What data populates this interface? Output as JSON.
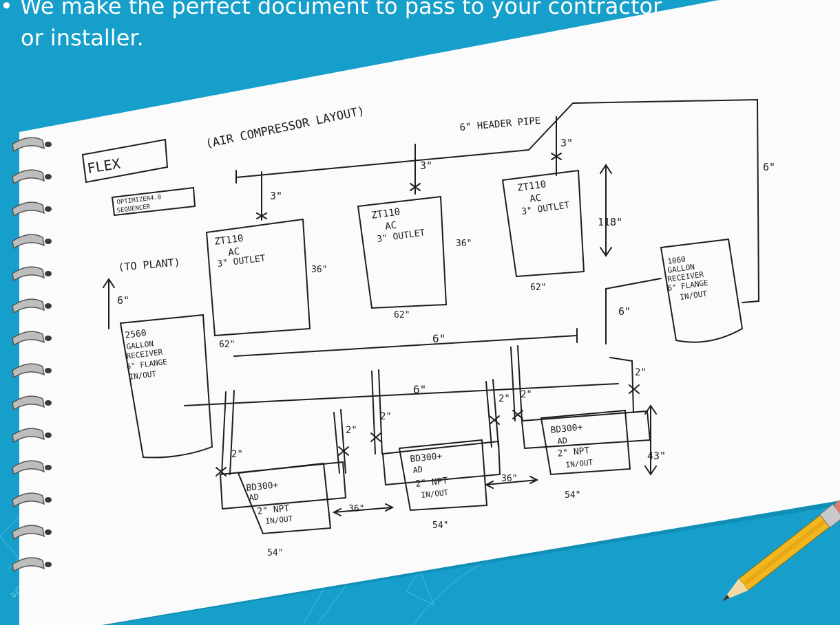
{
  "caption": {
    "line1": "• We make the perfect document to pass to your contractor",
    "line2": "or installer."
  },
  "sketch": {
    "title": "(AIR COMPRESSOR LAYOUT)",
    "flex_label": "FLEX",
    "optimizer_line1": "OPTIMIZER4.0",
    "optimizer_line2": "SEQUENCER",
    "header_pipe_label": "6\" HEADER PIPE",
    "to_plant_label": "(TO PLANT)",
    "compressors": [
      {
        "line1": "ZT110",
        "line2": "AC",
        "line3": "3\" OUTLET",
        "pipe": "3\"",
        "width": "62\""
      },
      {
        "line1": "ZT110",
        "line2": "AC",
        "line3": "3\" OUTLET",
        "pipe": "3\"",
        "width": "62\""
      },
      {
        "line1": "ZT110",
        "line2": "AC",
        "line3": "3\" OUTLET",
        "pipe": "3\"",
        "width": "62\""
      }
    ],
    "compressor_gaps": [
      "36\"",
      "36\""
    ],
    "compressor_height": "118\"",
    "right_receiver": {
      "line1": "1060",
      "line2": "GALLON",
      "line3": "RECEIVER",
      "line4": "6\" FLANGE",
      "line5": "IN/OUT"
    },
    "left_receiver": {
      "line1": "2560",
      "line2": "GALLON",
      "line3": "RECEIVER",
      "line4": "6\" FLANGE",
      "line5": "IN/OUT"
    },
    "pipe_labels": {
      "right_drop": "6\"",
      "right_edge": "6\"",
      "to_plant": "6\"",
      "upper_manifold": "6\"",
      "lower_manifold": "6\""
    },
    "dryers": [
      {
        "line1": "BD300+",
        "line2": "AD",
        "line3": "2\" NPT",
        "line4": "IN/OUT",
        "width": "54\"",
        "in": "2\"",
        "out": "2\""
      },
      {
        "line1": "BD300+",
        "line2": "AD",
        "line3": "2\" NPT",
        "line4": "IN/OUT",
        "width": "54\"",
        "in": "2\"",
        "out": "2\""
      },
      {
        "line1": "BD300+",
        "line2": "AD",
        "line3": "2\" NPT",
        "line4": "IN/OUT",
        "width": "54\"",
        "in": "2\"",
        "out": "2\""
      }
    ],
    "dryer_gaps": [
      "36\"",
      "36\""
    ],
    "dryer_height": "43\"",
    "corner_mark": "022"
  },
  "colors": {
    "background": "#169fca",
    "paper": "#fbfbfb",
    "ink": "#1d1d1d",
    "pencil": "#f2b71f"
  }
}
